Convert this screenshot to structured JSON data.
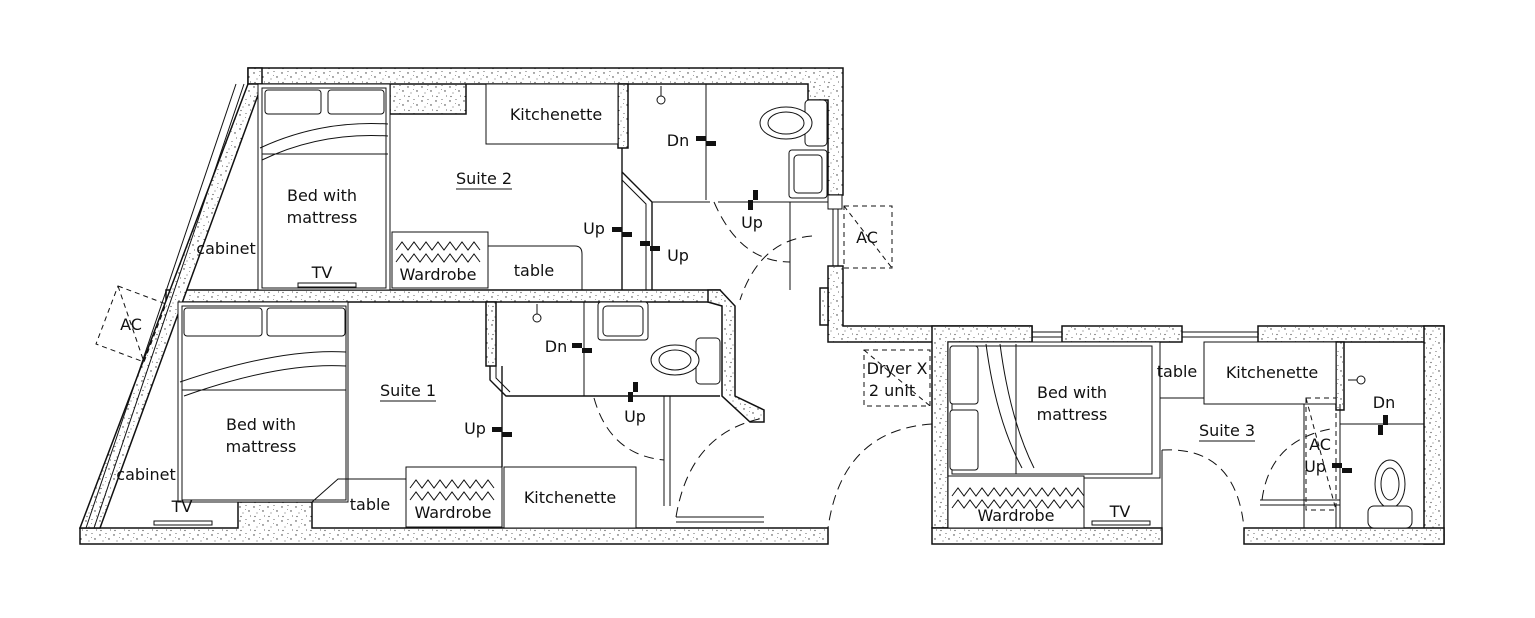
{
  "labels": {
    "suite1": "Suite 1",
    "suite2": "Suite 2",
    "suite3": "Suite 3",
    "kitchenette": "Kitchenette",
    "bed_line1": "Bed with",
    "bed_line2": "mattress",
    "wardrobe": "Wardrobe",
    "table": "table",
    "tv": "TV",
    "cabinet": "cabinet",
    "ac": "AC",
    "up": "Up",
    "dn": "Dn",
    "dryer_line1": "Dryer X",
    "dryer_line2": "2 unit"
  }
}
